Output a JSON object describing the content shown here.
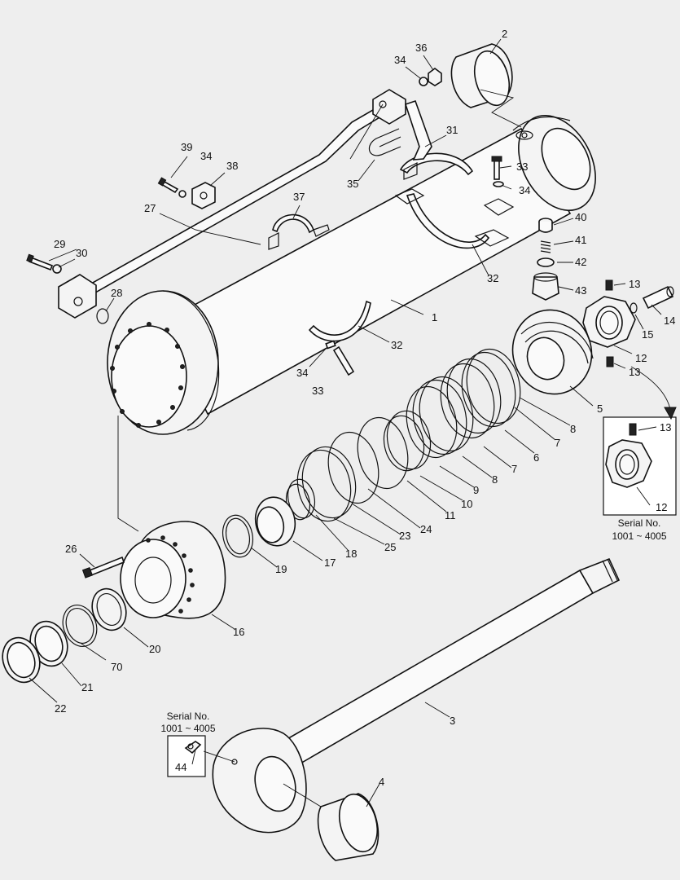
{
  "callouts": [
    {
      "id": "c1",
      "label": "1"
    },
    {
      "id": "c2",
      "label": "2"
    },
    {
      "id": "c3",
      "label": "3"
    },
    {
      "id": "c4",
      "label": "4"
    },
    {
      "id": "c5",
      "label": "5"
    },
    {
      "id": "c6",
      "label": "6"
    },
    {
      "id": "c7a",
      "label": "7"
    },
    {
      "id": "c7b",
      "label": "7"
    },
    {
      "id": "c8a",
      "label": "8"
    },
    {
      "id": "c8b",
      "label": "8"
    },
    {
      "id": "c9",
      "label": "9"
    },
    {
      "id": "c10",
      "label": "10"
    },
    {
      "id": "c11",
      "label": "11"
    },
    {
      "id": "c12a",
      "label": "12"
    },
    {
      "id": "c12b",
      "label": "12"
    },
    {
      "id": "c13a",
      "label": "13"
    },
    {
      "id": "c13b",
      "label": "13"
    },
    {
      "id": "c13c",
      "label": "13"
    },
    {
      "id": "c14",
      "label": "14"
    },
    {
      "id": "c15",
      "label": "15"
    },
    {
      "id": "c16",
      "label": "16"
    },
    {
      "id": "c17",
      "label": "17"
    },
    {
      "id": "c18",
      "label": "18"
    },
    {
      "id": "c19",
      "label": "19"
    },
    {
      "id": "c20",
      "label": "20"
    },
    {
      "id": "c21",
      "label": "21"
    },
    {
      "id": "c22",
      "label": "22"
    },
    {
      "id": "c23",
      "label": "23"
    },
    {
      "id": "c24",
      "label": "24"
    },
    {
      "id": "c25",
      "label": "25"
    },
    {
      "id": "c26",
      "label": "26"
    },
    {
      "id": "c27",
      "label": "27"
    },
    {
      "id": "c28",
      "label": "28"
    },
    {
      "id": "c29",
      "label": "29"
    },
    {
      "id": "c30",
      "label": "30"
    },
    {
      "id": "c31",
      "label": "31"
    },
    {
      "id": "c32a",
      "label": "32"
    },
    {
      "id": "c32b",
      "label": "32"
    },
    {
      "id": "c33a",
      "label": "33"
    },
    {
      "id": "c33b",
      "label": "33"
    },
    {
      "id": "c34a",
      "label": "34"
    },
    {
      "id": "c34b",
      "label": "34"
    },
    {
      "id": "c34c",
      "label": "34"
    },
    {
      "id": "c34d",
      "label": "34"
    },
    {
      "id": "c35",
      "label": "35"
    },
    {
      "id": "c36",
      "label": "36"
    },
    {
      "id": "c37",
      "label": "37"
    },
    {
      "id": "c38",
      "label": "38"
    },
    {
      "id": "c39",
      "label": "39"
    },
    {
      "id": "c40",
      "label": "40"
    },
    {
      "id": "c41",
      "label": "41"
    },
    {
      "id": "c42",
      "label": "42"
    },
    {
      "id": "c43",
      "label": "43"
    },
    {
      "id": "c44",
      "label": "44"
    },
    {
      "id": "c70",
      "label": "70"
    }
  ],
  "insets": {
    "nut_detail": {
      "serial_label": "Serial No.",
      "serial_range": "1001 ~ 4005"
    },
    "grease_detail": {
      "serial_label": "Serial No.",
      "serial_range": "1001 ~ 4005"
    }
  }
}
